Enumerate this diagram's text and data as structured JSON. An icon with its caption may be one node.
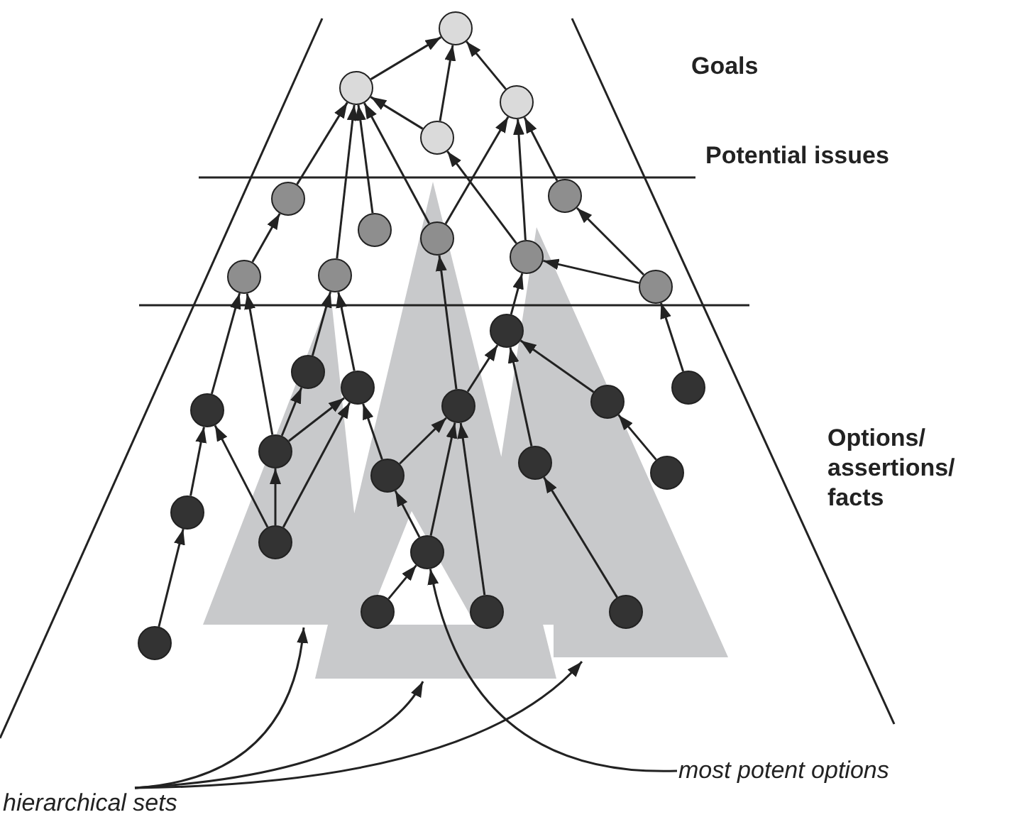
{
  "diagram": {
    "nodes": [
      {
        "text": [],
        "shape": "circle"
      },
      {
        "text": [],
        "shape": "circle"
      },
      {
        "text": [],
        "shape": "circle"
      },
      {
        "text": [],
        "shape": "circle"
      },
      {
        "text": [],
        "shape": "circle"
      },
      {
        "text": [],
        "shape": "circle"
      },
      {
        "text": [],
        "shape": "circle"
      },
      {
        "text": [],
        "shape": "circle"
      },
      {
        "text": [],
        "shape": "circle"
      },
      {
        "text": [],
        "shape": "circle"
      },
      {
        "text": [],
        "shape": "circle"
      },
      {
        "text": [],
        "shape": "circle"
      },
      {
        "text": [],
        "shape": "circle"
      },
      {
        "text": [],
        "shape": "circle"
      },
      {
        "text": [],
        "shape": "circle"
      },
      {
        "text": [],
        "shape": "circle"
      },
      {
        "text": [],
        "shape": "circle"
      },
      {
        "text": [],
        "shape": "circle"
      },
      {
        "text": [],
        "shape": "circle"
      },
      {
        "text": [],
        "shape": "circle"
      },
      {
        "text": [],
        "shape": "circle"
      },
      {
        "text": [],
        "shape": "circle"
      },
      {
        "text": [],
        "shape": "circle"
      },
      {
        "text": [],
        "shape": "circle"
      },
      {
        "text": [],
        "shape": "circle"
      },
      {
        "text": [],
        "shape": "circle"
      },
      {
        "text": [],
        "shape": "circle"
      },
      {
        "text": [],
        "shape": "circle"
      },
      {
        "text": [],
        "shape": "circle"
      },
      {
        "text": [],
        "shape": "circle"
      },
      {
        "text": [
          "most potent options"
        ]
      },
      {
        "text": [
          "hierarchical sets"
        ]
      }
    ],
    "edges": [
      {
        "from": 1,
        "to": 0,
        "arrow": "to"
      },
      {
        "from": 3,
        "to": 0,
        "arrow": "to"
      },
      {
        "from": 2,
        "to": 0,
        "arrow": "to"
      },
      {
        "from": 3,
        "to": 1,
        "arrow": "to"
      },
      {
        "from": 5,
        "to": 1,
        "arrow": "to"
      },
      {
        "from": 9,
        "to": 1,
        "arrow": "to"
      },
      {
        "from": 6,
        "to": 1,
        "arrow": "to"
      },
      {
        "from": 7,
        "to": 1,
        "arrow": "to"
      },
      {
        "from": 7,
        "to": 2,
        "arrow": "to"
      },
      {
        "from": 8,
        "to": 2,
        "arrow": "to"
      },
      {
        "from": 4,
        "to": 2,
        "arrow": "to"
      },
      {
        "from": 8,
        "to": 3,
        "arrow": "to"
      },
      {
        "from": 10,
        "to": 5,
        "arrow": "to"
      },
      {
        "from": 11,
        "to": 8,
        "arrow": "to"
      },
      {
        "from": 11,
        "to": 4,
        "arrow": "to"
      },
      {
        "from": 15,
        "to": 11,
        "arrow": "to"
      },
      {
        "from": 17,
        "to": 7,
        "arrow": "to"
      },
      {
        "from": 12,
        "to": 8,
        "arrow": "to"
      },
      {
        "from": 13,
        "to": 9,
        "arrow": "to"
      },
      {
        "from": 14,
        "to": 9,
        "arrow": "to"
      },
      {
        "from": 18,
        "to": 10,
        "arrow": "to"
      },
      {
        "from": 19,
        "to": 10,
        "arrow": "to"
      },
      {
        "from": 19,
        "to": 13,
        "arrow": "to"
      },
      {
        "from": 19,
        "to": 14,
        "arrow": "to"
      },
      {
        "from": 24,
        "to": 19,
        "arrow": "to"
      },
      {
        "from": 24,
        "to": 18,
        "arrow": "to"
      },
      {
        "from": 24,
        "to": 14,
        "arrow": "to"
      },
      {
        "from": 23,
        "to": 18,
        "arrow": "to"
      },
      {
        "from": 29,
        "to": 23,
        "arrow": "to"
      },
      {
        "from": 22,
        "to": 14,
        "arrow": "to"
      },
      {
        "from": 22,
        "to": 17,
        "arrow": "to"
      },
      {
        "from": 25,
        "to": 22,
        "arrow": "to"
      },
      {
        "from": 25,
        "to": 17,
        "arrow": "to"
      },
      {
        "from": 26,
        "to": 25,
        "arrow": "to"
      },
      {
        "from": 27,
        "to": 17,
        "arrow": "to"
      },
      {
        "from": 17,
        "to": 12,
        "arrow": "to"
      },
      {
        "from": 20,
        "to": 12,
        "arrow": "to"
      },
      {
        "from": 16,
        "to": 12,
        "arrow": "to"
      },
      {
        "from": 21,
        "to": 16,
        "arrow": "to"
      },
      {
        "from": 28,
        "to": 20,
        "arrow": "to"
      },
      {
        "from": 30,
        "to": 25,
        "arrow": "to"
      },
      {
        "from": 31,
        "to": null,
        "arrow": "to"
      },
      {
        "from": 31,
        "to": null,
        "arrow": "to"
      },
      {
        "from": 31,
        "to": null,
        "arrow": "to"
      }
    ],
    "labels": [
      "Goals",
      "Potential issues",
      "Options/ assertions/ facts"
    ]
  }
}
